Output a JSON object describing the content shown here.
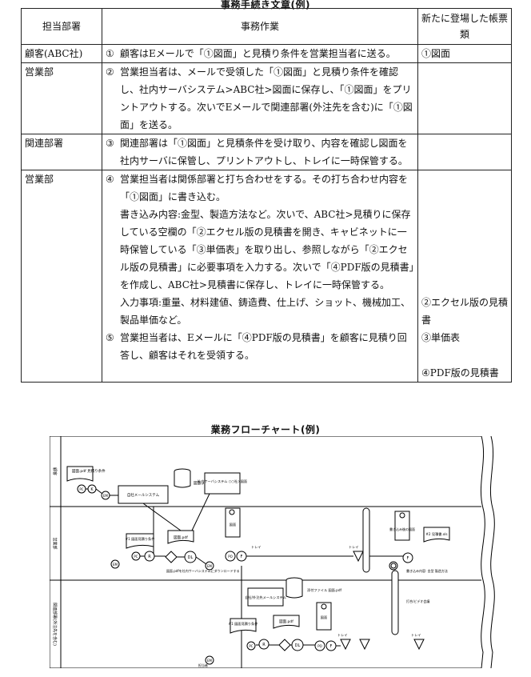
{
  "titles": {
    "table": "事務手続き文章(例)",
    "flow": "業務フローチャート(例)"
  },
  "table": {
    "headers": [
      "担当部署",
      "事務作業",
      "新たに登場した帳票類"
    ],
    "rows": [
      {
        "dept": "顧客(ABC社)",
        "steps": [
          {
            "num": "①",
            "text": "顧客はEメールで「①図面」と見積り条件を営業担当者に送る。"
          }
        ],
        "docs": [
          "①図面"
        ]
      },
      {
        "dept": "営業部",
        "steps": [
          {
            "num": "②",
            "text": "営業担当者は、メールで受領した「①図面」と見積り条件を確認し、社内サーバシステム>ABC社>図面に保存し、「①図面」をプリントアウトする。次いでEメールで関連部署(外注先を含む)に「①図面」を送る。"
          }
        ],
        "docs": []
      },
      {
        "dept": "関連部署",
        "steps": [
          {
            "num": "③",
            "text": "関連部署は「①図面」と見積条件を受け取り、内容を確認し図面を社内サーバに保管し、プリントアウトし、トレイに一時保管する。"
          }
        ],
        "docs": []
      },
      {
        "dept": "営業部",
        "steps": [
          {
            "num": "④",
            "text": "営業担当者は関係部署と打ち合わせをする。その打ち合わせ内容を「①図面」に書き込む。"
          },
          {
            "num": "",
            "text": "書き込み内容:金型、製造方法など。次いで、ABC社>見積りに保存している空欄の「②エクセル版の見積書を開き、キャビネットに一時保管している「③単価表」を取り出し、参照しながら「②エクセル版の見積書」に必要事項を入力する。次いで「④PDF版の見積書」を作成し、ABC社>見積書に保存し、トレイに一時保管する。"
          },
          {
            "num": "",
            "text": "入力事項:重量、材料建値、鋳造費、仕上げ、ショット、機械加工、製品単価など。"
          },
          {
            "num": "⑤",
            "text": "営業担当者は、Eメールに「④PDF版の見積書」を顧客に見積り回答し、顧客はそれを受領する。"
          }
        ],
        "docs": [
          "②エクセル版の見積書",
          "③単価表",
          "④PDF版の見積書"
        ]
      }
    ]
  },
  "flow": {
    "lanes": [
      "顧客",
      "営業部",
      "関連部署(外注先を含む)"
    ],
    "labels": {
      "pc": "PC",
      "k": "K",
      "em": "EM",
      "r": "R",
      "dl": "DL",
      "po": "PO",
      "f": "F",
      "zumen_pdf": "図面.pdf",
      "zumen_pdf_mitsumori": "図面.pdf 見積り条件",
      "mail_system": "自社メールシステム",
      "server_system": "社内サーバシステム ○○社>図面",
      "zumen_jouken": "#1 図面見積り条件",
      "zumen": "図面",
      "tray": "トレイ",
      "download_note": "図面.pdfを社内サーバシステムにダウンロードする",
      "mitsumori_xls": "#2 見積書.xls",
      "kakikomi": "書き込み後の図面",
      "kakikomi_naiyou": "書き込み内容: 金型 製造方法",
      "uchiawase": "打合/ビデオ会議",
      "tensou_file": "添付ファイル 図面.pdf",
      "jisha_mail": "自社/外注先メールシステム",
      "tantousha": "担当者"
    }
  }
}
